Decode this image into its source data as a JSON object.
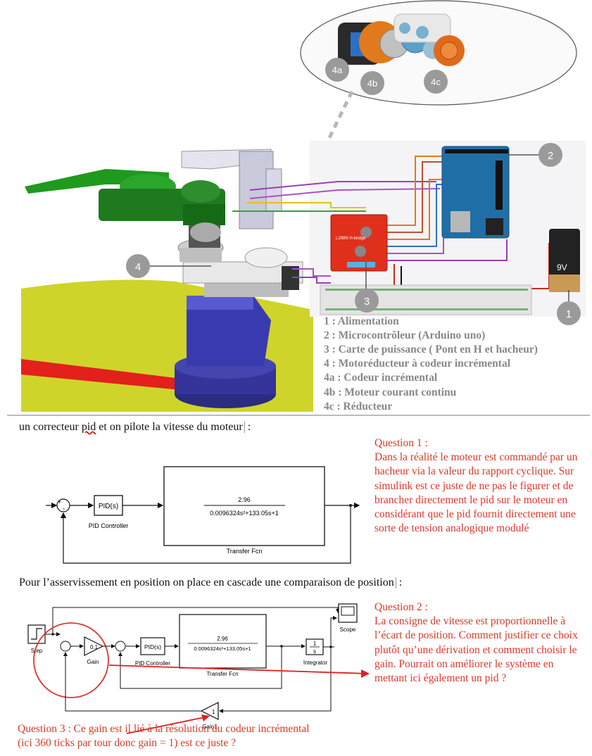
{
  "figure": {
    "badges": [
      "4a",
      "4b",
      "4c",
      "2",
      "4",
      "3",
      "1"
    ],
    "driver_label": "L298N H-bridge",
    "battery_label": "9V",
    "legend": [
      "1 : Alimentation",
      "2 : Microcontrôleur (Arduino uno)",
      "3 : Carte de puissance ( Pont en H et hacheur)",
      "4 : Motoréducteur à codeur incrémental",
      "4a : Codeur incrémental",
      "4b : Moteur courant continu",
      "4c : Réducteur"
    ]
  },
  "text": {
    "speed_intro_a": "un correcteur ",
    "speed_intro_pid": "pid",
    "speed_intro_b": " et on pilote la vitesse du moteur",
    "speed_intro_end": " :",
    "position_intro": "Pour l’asservissement en position on place en cascade une comparaison de position",
    "position_intro_end": " :"
  },
  "diagram1": {
    "pid_block": "PID(s)",
    "pid_caption": "PID Controller",
    "tf_num": "2.96",
    "tf_den": "0.0096324s²+133.05s+1",
    "tf_caption": "Transfer Fcn",
    "sum_plus": "+",
    "sum_minus": "-"
  },
  "diagram2": {
    "step_caption": "Step",
    "gain_value": "0.1",
    "gain_caption": "Gain",
    "pid_block": "PID(s)",
    "pid_caption": "PID Controller",
    "tf_num": "2.96",
    "tf_den": "0.0096324s²+133.05s+1",
    "tf_caption": "Transfer Fcn",
    "int_num": "1",
    "int_den": "s",
    "int_caption": "Integrator",
    "scope_caption": "Scope",
    "feedback_gain": "1",
    "feedback_caption": "Gain1"
  },
  "questions": {
    "q1_title": "Question 1 :",
    "q1_body": "Dans la réalité le moteur est commandé par un hacheur via la valeur du rapport cyclique. Sur simulink est ce juste de ne pas le figurer et de brancher directement le pid sur le moteur en considérant que le pid fournit directement une sorte de tension analogique modulé",
    "q2_title": "Question 2 :",
    "q2_body": " La consigne de vitesse est proportionnelle à l’écart de position. Comment justifier ce choix plutôt qu’une dérivation et comment choisir le gain. Pourrait on améliorer le système en mettant ici également un pid ?",
    "q3_line1": "Question 3 : Ce gain est il lié à la résolution du codeur incrémental",
    "q3_line2": "(ici 360 ticks par tour donc gain = 1) est ce juste ?"
  },
  "colors": {
    "badge": "#9a9a9a",
    "legend_text": "#888888",
    "question_red": "#d93a2b",
    "robot_green": "#1f7a1f",
    "robot_base": "#34349a",
    "floor_yellow": "#cfd42a",
    "driver_red": "#e0301c",
    "arduino_blue": "#1f6fa6"
  }
}
